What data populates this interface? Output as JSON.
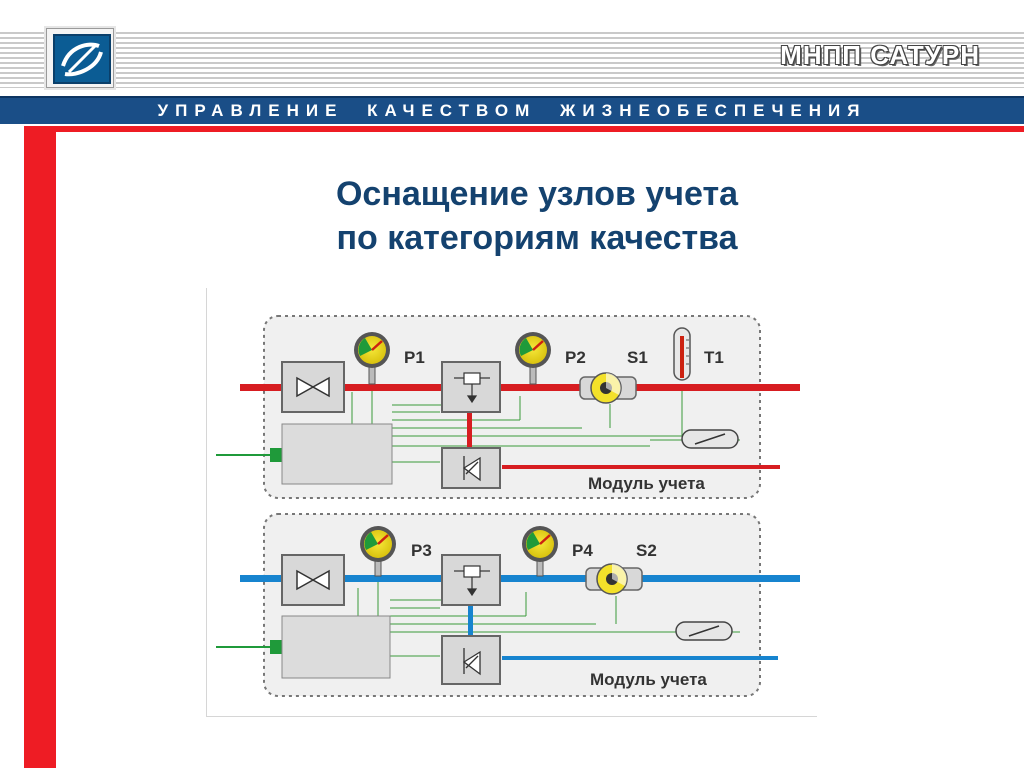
{
  "header": {
    "brand": "МНПП САТУРН",
    "banner": "УПРАВЛЕНИЕ КАЧЕСТВОМ ЖИЗНЕОБЕСПЕЧЕНИЯ",
    "logo_icon": "saturn-logo-icon"
  },
  "slide": {
    "title_line1": "Оснащение узлов учета",
    "title_line2": "по категориям качества"
  },
  "diagram": {
    "module_hot": {
      "pipe_color": "#d71d21",
      "labels": {
        "p1": "P1",
        "p2": "P2",
        "s1": "S1",
        "t1": "T1"
      },
      "caption": "Модуль учета"
    },
    "module_cold": {
      "pipe_color": "#1784cf",
      "labels": {
        "p3": "P3",
        "p4": "P4",
        "s2": "S2"
      },
      "caption": "Модуль учета"
    },
    "colors": {
      "signal": "#3a9a3a",
      "box": "#d8d8d8",
      "panel": "#efefef",
      "title": "#14426f",
      "accent_red": "#ee1c24",
      "banner": "#1a4e87"
    }
  }
}
